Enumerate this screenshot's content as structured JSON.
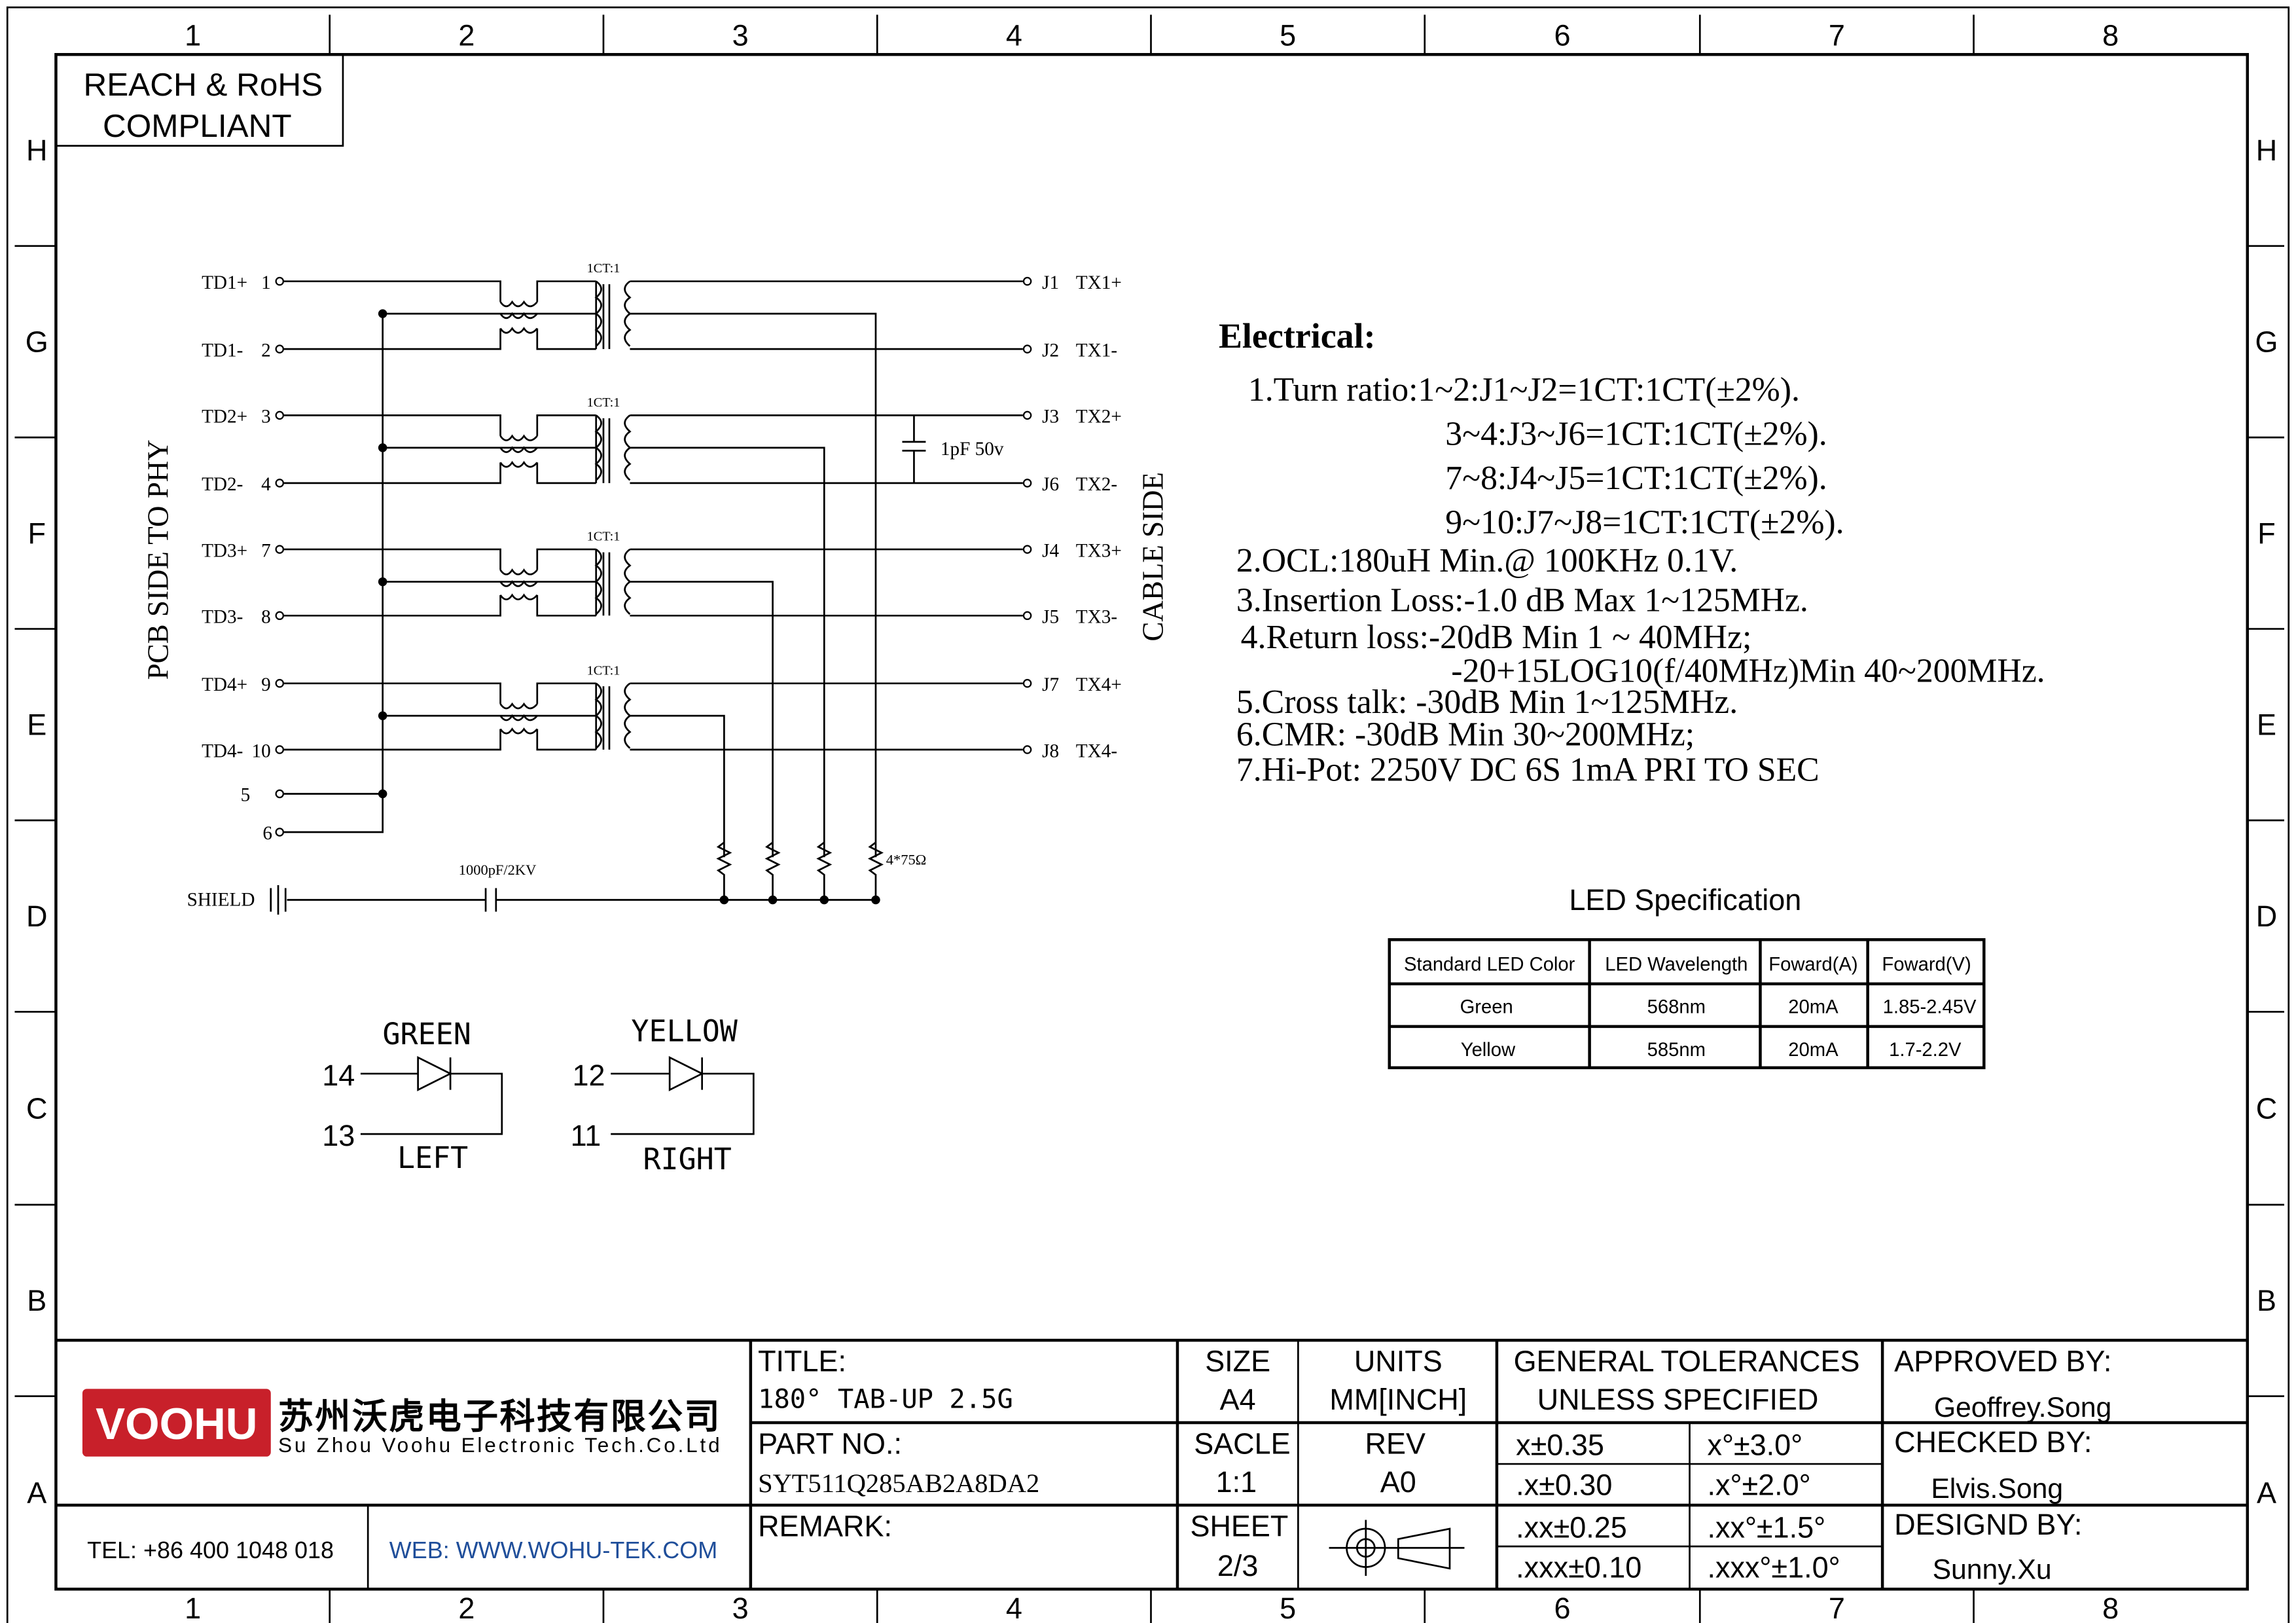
{
  "frame": {
    "columns": [
      "1",
      "2",
      "3",
      "4",
      "5",
      "6",
      "7",
      "8"
    ],
    "rows": [
      "H",
      "G",
      "F",
      "E",
      "D",
      "C",
      "B",
      "A"
    ]
  },
  "compliance": {
    "line1": "REACH & RoHS",
    "line2": "COMPLIANT"
  },
  "schematic": {
    "left_label": "PCB SIDE TO PHY",
    "right_label": "CABLE SIDE",
    "left_pins": [
      {
        "name": "TD1+",
        "num": "1"
      },
      {
        "name": "TD1-",
        "num": "2"
      },
      {
        "name": "TD2+",
        "num": "3"
      },
      {
        "name": "TD2-",
        "num": "4"
      },
      {
        "name": "TD3+",
        "num": "7"
      },
      {
        "name": "TD3-",
        "num": "8"
      },
      {
        "name": "TD4+",
        "num": "9"
      },
      {
        "name": "TD4-",
        "num": "10"
      }
    ],
    "extra_pins": [
      "5",
      "6"
    ],
    "right_pins": [
      {
        "num": "J1",
        "name": "TX1+"
      },
      {
        "num": "J2",
        "name": "TX1-"
      },
      {
        "num": "J3",
        "name": "TX2+"
      },
      {
        "num": "J6",
        "name": "TX2-"
      },
      {
        "num": "J4",
        "name": "TX3+"
      },
      {
        "num": "J5",
        "name": "TX3-"
      },
      {
        "num": "J7",
        "name": "TX4+"
      },
      {
        "num": "J8",
        "name": "TX4-"
      }
    ],
    "ratio": "1CT:1",
    "cap_label": "1pF 50v",
    "resistor_label": "4*75Ω",
    "shield_cap": "1000pF/2KV",
    "shield": "SHIELD"
  },
  "leds": {
    "green": {
      "label": "GREEN",
      "pin_a": "14",
      "pin_b": "13",
      "side": "LEFT"
    },
    "yellow": {
      "label": "YELLOW",
      "pin_a": "12",
      "pin_b": "11",
      "side": "RIGHT"
    }
  },
  "electrical": {
    "title": "Electrical:",
    "lines": [
      "1.Turn ratio:1~2:J1~J2=1CT:1CT(±2%).",
      "3~4:J3~J6=1CT:1CT(±2%).",
      "7~8:J4~J5=1CT:1CT(±2%).",
      "9~10:J7~J8=1CT:1CT(±2%).",
      "2.OCL:180uH Min.@ 100KHz 0.1V.",
      "3.Insertion Loss:-1.0 dB Max 1~125MHz.",
      "4.Return loss:-20dB Min 1 ~ 40MHz;",
      "-20+15LOG10(f/40MHz)Min 40~200MHz.",
      "5.Cross talk:  -30dB Min 1~125MHz.",
      "6.CMR: -30dB Min 30~200MHz;",
      "7.Hi-Pot: 2250V DC  6S 1mA PRI TO SEC"
    ]
  },
  "led_spec": {
    "title": "LED Specification",
    "headers": [
      "Standard LED Color",
      "LED Wavelength",
      "Foward(A)",
      "Foward(V)"
    ],
    "rows": [
      [
        "Green",
        "568nm",
        "20mA",
        "1.85-2.45V"
      ],
      [
        "Yellow",
        "585nm",
        "20mA",
        "1.7-2.2V"
      ]
    ]
  },
  "title_block": {
    "logo": "VOOHU",
    "company_cn": "苏州沃虎电子科技有限公司",
    "company_en": "Su Zhou Voohu Electronic Tech.Co.Ltd",
    "tel": "TEL: +86 400 1048 018",
    "web": "WEB: WWW.WOHU-TEK.COM",
    "title_label": "TITLE:",
    "title": "180°  TAB-UP 2.5G",
    "part_label": "PART NO.:",
    "part": "SYT511Q285AB2A8DA2",
    "remark_label": "REMARK:",
    "size_label": "SIZE",
    "size": "A4",
    "units_label": "UNITS",
    "units": "MM[INCH]",
    "scale_label": "SACLE",
    "scale": "1:1",
    "rev_label": "REV",
    "rev": "A0",
    "sheet_label": "SHEET",
    "sheet": "2/3",
    "tol_label1": "GENERAL TOLERANCES",
    "tol_label2": "UNLESS SPECIFIED",
    "tolerances": [
      [
        "x±0.35",
        "x°±3.0°"
      ],
      [
        ".x±0.30",
        ".x°±2.0°"
      ],
      [
        ".xx±0.25",
        ".xx°±1.5°"
      ],
      [
        ".xxx±0.10",
        ".xxx°±1.0°"
      ]
    ],
    "approved_label": "APPROVED BY:",
    "approved": "Geoffrey.Song",
    "checked_label": "CHECKED BY:",
    "checked": "Elvis.Song",
    "designed_label": "DESIGND BY:",
    "designed": "Sunny.Xu"
  },
  "colors": {
    "logo_red": "#c8202a",
    "web_blue": "#1f4e9a"
  }
}
